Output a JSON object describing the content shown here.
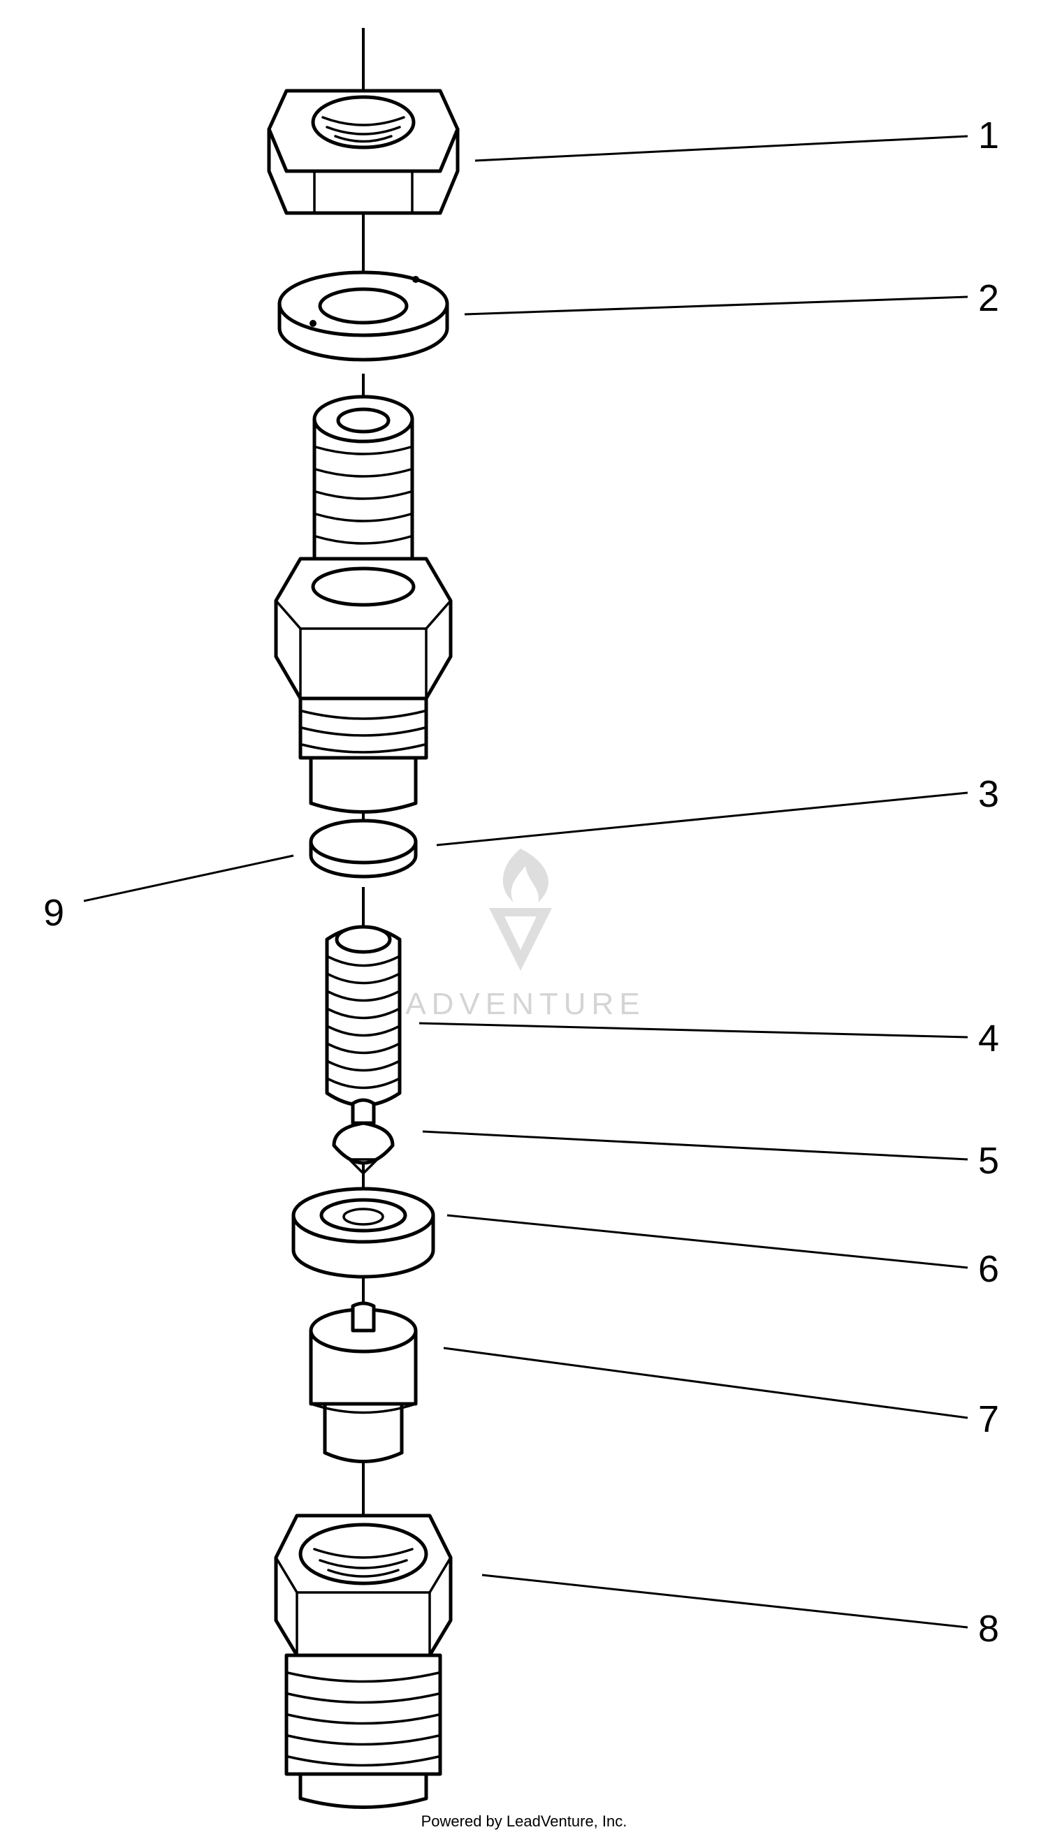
{
  "callouts": [
    {
      "id": "1",
      "label": "1"
    },
    {
      "id": "2",
      "label": "2"
    },
    {
      "id": "3",
      "label": "3"
    },
    {
      "id": "4",
      "label": "4"
    },
    {
      "id": "5",
      "label": "5"
    },
    {
      "id": "6",
      "label": "6"
    },
    {
      "id": "7",
      "label": "7"
    },
    {
      "id": "8",
      "label": "8"
    },
    {
      "id": "9",
      "label": "9"
    }
  ],
  "watermark": {
    "text": "ADVENTURE"
  },
  "footer": {
    "credit": "Powered by LeadVenture, Inc."
  },
  "colors": {
    "line": "#000000",
    "background": "#ffffff",
    "watermark": "#d4d4d4"
  },
  "icons": {
    "watermark_logo": "flame-v-logo-icon"
  }
}
